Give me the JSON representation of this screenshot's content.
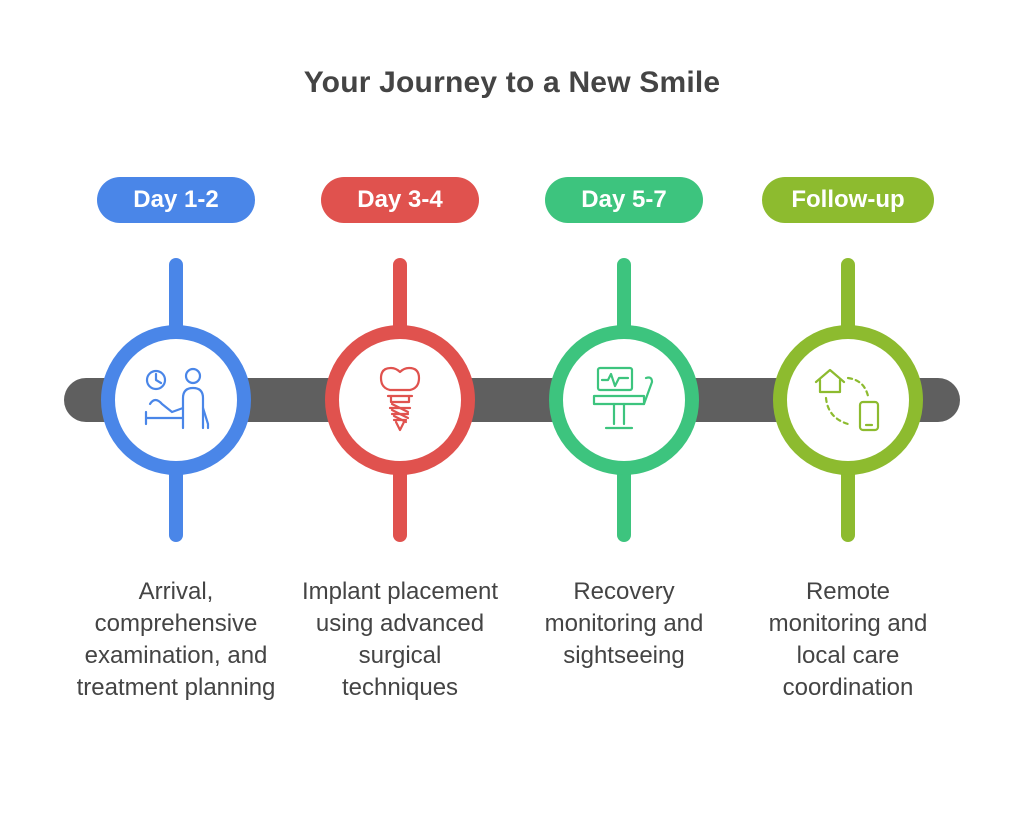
{
  "title": "Your Journey to a New Smile",
  "stages": [
    {
      "label": "Day 1-2",
      "description": "Arrival, comprehensive examination, and treatment planning",
      "color": "#4A86E8",
      "icon": "consultation-icon"
    },
    {
      "label": "Day 3-4",
      "description": "Implant placement using advanced surgical techniques",
      "color": "#E0524E",
      "icon": "dental-implant-icon"
    },
    {
      "label": "Day 5-7",
      "description": "Recovery monitoring and sightseeing",
      "color": "#3DC47E",
      "icon": "dental-chair-monitor-icon"
    },
    {
      "label": "Follow-up",
      "description": "Remote monitoring and local care coordination",
      "color": "#8DBB2F",
      "icon": "home-phone-sync-icon"
    }
  ],
  "colors": {
    "track": "#5F5F5F",
    "text": "#444444"
  }
}
